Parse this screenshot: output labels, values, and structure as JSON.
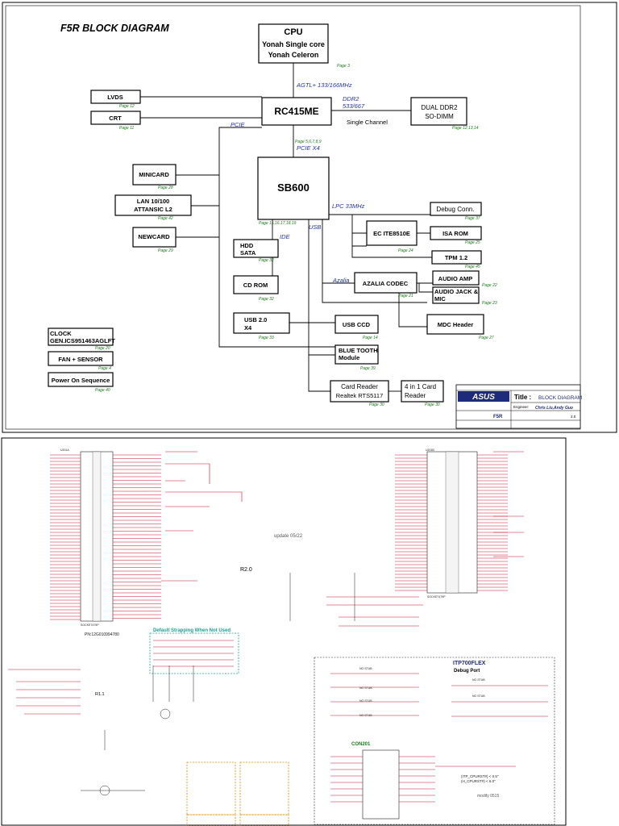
{
  "sheet_title": "F5R BLOCK DIAGRAM",
  "blocks": {
    "cpu": {
      "title": "CPU",
      "line1": "Yonah Single core",
      "line2": "Yonah Celeron",
      "page": "Page 3"
    },
    "nb": {
      "label": "RC415ME",
      "page": "Page 5,6,7,8,9"
    },
    "sb": {
      "label": "SB600",
      "page": "Page 15,16,17,18,19"
    },
    "lvds": {
      "label": "LVDS",
      "page": "Page 12"
    },
    "crt": {
      "label": "CRT",
      "page": "Page 11"
    },
    "ddr": {
      "line1": "DUAL DDR2",
      "line2": "SO-DIMM",
      "page": "Page 12,13,14"
    },
    "minicard": {
      "label": "MINICARD",
      "page": "Page 28"
    },
    "lan": {
      "line1": "LAN 10/100",
      "line2": "ATTANSIC L2",
      "page": "Page 42"
    },
    "newcard": {
      "label": "NEWCARD",
      "page": "Page 29"
    },
    "debug": {
      "label": "Debug Conn.",
      "page": "Page 37"
    },
    "ec": {
      "label": "EC ITE8510E",
      "page": "Page 24"
    },
    "isarom": {
      "label": "ISA ROM",
      "page": "Page 25"
    },
    "tpm": {
      "label": "TPM 1.2",
      "page": "Page 45"
    },
    "hdd": {
      "line1": "HDD",
      "line2": "SATA",
      "page": "Page 32"
    },
    "cdrom": {
      "label": "CD ROM",
      "page": "Page 32"
    },
    "azalia": {
      "label": "AZALIA CODEC",
      "page": "Page 21"
    },
    "audioamp": {
      "label": "AUDIO AMP",
      "page": "Page 22"
    },
    "jack": {
      "line1": "AUDIO JACK &",
      "line2": "MIC",
      "page": "Page 23"
    },
    "mdc": {
      "label": "MDC Header",
      "page": "Page 27"
    },
    "usb20": {
      "line1": "USB 2.0",
      "line2": "X4",
      "page": "Page 33"
    },
    "usbccd": {
      "label": "USB CCD",
      "page": "Page 14"
    },
    "bt": {
      "line1": "BLUE TOOTH",
      "line2": "Module",
      "page": "Page 39"
    },
    "cardreader": {
      "line1": "Card Reader",
      "line2": "Realtek RTS5117",
      "page": "Page 30"
    },
    "fourin1": {
      "line1": "4 in 1 Card",
      "line2": "Reader",
      "page": "Page 30"
    },
    "clock": {
      "line1": "CLOCK",
      "line2": "GEN.ICS951463AGLFT",
      "page": "Page 20"
    },
    "fan": {
      "label": "FAN + SENSOR",
      "page": "Page 4"
    },
    "power": {
      "label": "Power On Sequence",
      "page": "Page 40"
    }
  },
  "buses": {
    "agtl": "AGTL+ 133/166MHz",
    "ddr2": "DDR2",
    "ddr2_speed": "533/667",
    "single_channel": "Single Channel",
    "pcie": "PCIE",
    "pciex4": "PCIE X4",
    "lpc": "LPC 33MHz",
    "ide": "IDE",
    "usb": "USB",
    "azalia": "Azalia"
  },
  "title_block": {
    "logo": "ASUS",
    "title_label": "Title :",
    "title_value": "BLOCK DIAGRAM",
    "engineer_label": "Engineer:",
    "engineer_value": "Chris Liu,Andy Guo",
    "project_value": "F5R",
    "rev": "2.0"
  },
  "schematic": {
    "cpu_ref": "U201A",
    "cpu_part": "SOCKET479P",
    "cpu_pn": "PN:12G010994780",
    "sock_ref": "U201B",
    "sock_part": "SOCKET479P",
    "update_note": "update 05/22",
    "r20": "R2.0",
    "strap_title": "Default Strapping When Not Used",
    "itp_title1": "ITP700FLEX",
    "itp_title2": "Debug Port",
    "con_ref": "CON201",
    "modify_note": "modify 0515",
    "no_stub": "NO STUB",
    "r1": "R1.1",
    "itp_note1": "(ITP_CPURST#) < 0.5\"",
    "itp_note2": "(H_CPURST#) < 6.0\""
  },
  "colors": {
    "page_ref": "#1a7a1a",
    "bus_label": "#2233aa",
    "net_wire": "#c8102e",
    "strap_box": "#18a090",
    "length_box": "#e08a00"
  }
}
